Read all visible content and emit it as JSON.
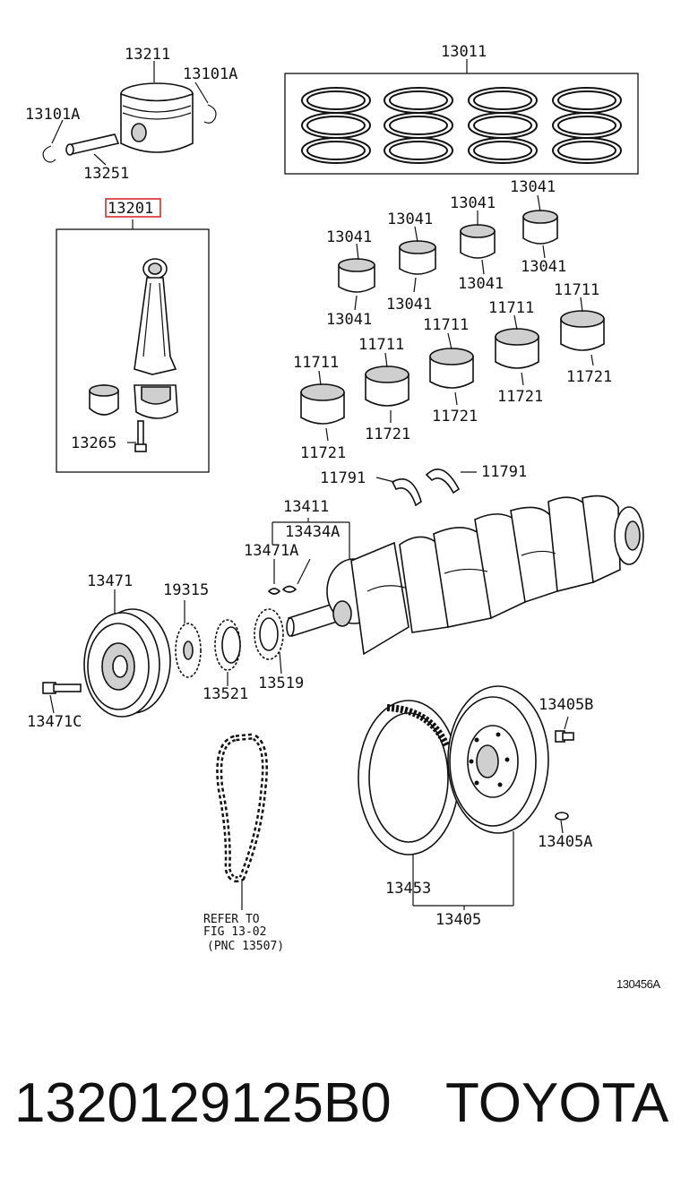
{
  "labels": {
    "piston": "13211",
    "snap_ring_right": "13101A",
    "snap_ring_left": "13101A",
    "pin": "13251",
    "ring_set": "13011",
    "conrod_assy": "13201",
    "conrod_bolt": "13265",
    "crank_bearing_a": "13041",
    "crank_bearing_b": "13041",
    "crank_bearing_c": "13041",
    "crank_bearing_d": "13041",
    "crank_bearing_e": "13041",
    "crank_bearing_f": "13041",
    "crank_bearing_g": "13041",
    "crank_bearing_h": "13041",
    "main_upper_a": "11711",
    "main_upper_b": "11711",
    "main_upper_c": "11711",
    "main_upper_d": "11711",
    "main_upper_e": "11711",
    "main_lower_a": "11721",
    "main_lower_b": "11721",
    "main_lower_c": "11721",
    "main_lower_d": "11721",
    "main_lower_e": "11721",
    "thrust_left": "11791",
    "thrust_right": "11791",
    "crankshaft": "13411",
    "crank_key_group": "13434A",
    "crank_key": "13471A",
    "pulley": "13471",
    "pulley_bolt": "13471C",
    "sprocket_a": "19315",
    "sprocket_b": "13521",
    "sprocket_c": "13519",
    "ring_gear": "13453",
    "flywheel": "13405",
    "flywheel_bolt": "13405B",
    "flywheel_pin": "13405A"
  },
  "refer_note": {
    "line1": "REFER TO",
    "line2": "FIG 13-02",
    "line3": "(PNC 13507)"
  },
  "figure_code": "130456A",
  "highlight_color": "#d92b2b",
  "footer": {
    "part_number": "1320129125B0",
    "brand": "TOYOTA"
  }
}
